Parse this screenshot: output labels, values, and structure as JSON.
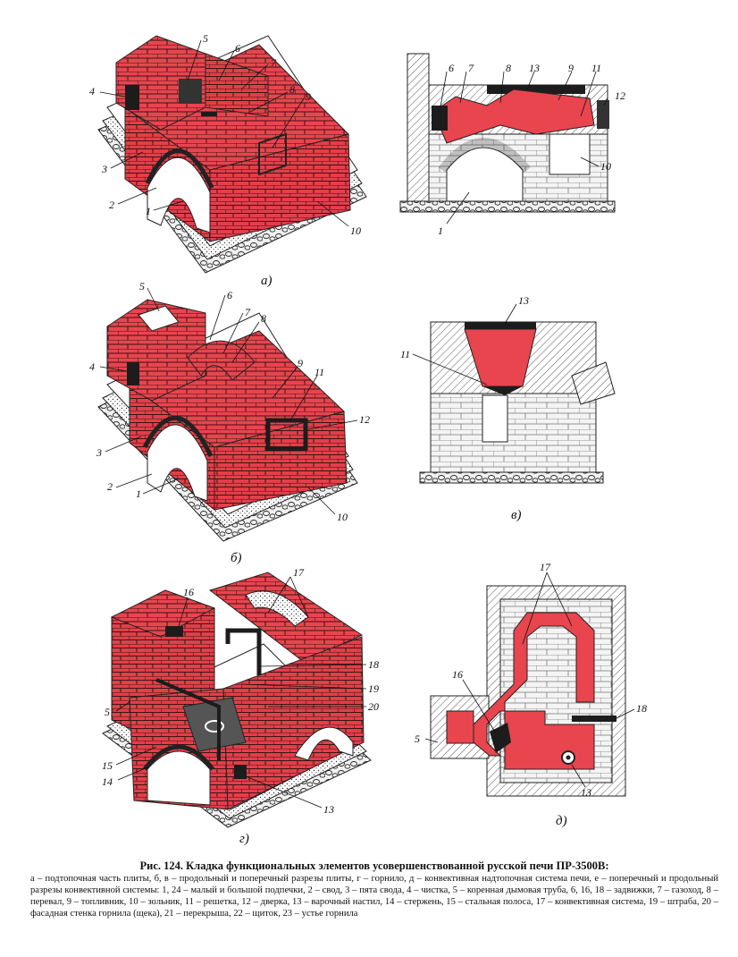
{
  "panels": [
    {
      "id": "a",
      "letter": "а)",
      "numbers": [
        "1",
        "2",
        "3",
        "4",
        "5",
        "6",
        "7",
        "8",
        "9",
        "10"
      ]
    },
    {
      "id": "a-section",
      "numbers": [
        "1",
        "6",
        "7",
        "8",
        "13",
        "9",
        "11",
        "12",
        "10"
      ]
    },
    {
      "id": "b",
      "letter": "б)",
      "numbers": [
        "1",
        "2",
        "3",
        "4",
        "5",
        "6",
        "7",
        "8",
        "9",
        "11",
        "12",
        "10"
      ]
    },
    {
      "id": "v",
      "letter": "в)",
      "numbers": [
        "11",
        "13"
      ]
    },
    {
      "id": "g",
      "letter": "г)",
      "numbers": [
        "5",
        "16",
        "17",
        "18",
        "19",
        "20",
        "15",
        "14",
        "13"
      ]
    },
    {
      "id": "d",
      "letter": "д)",
      "numbers": [
        "17",
        "16",
        "18",
        "5",
        "13"
      ]
    }
  ],
  "caption": {
    "title": "Рис. 124. Кладка функциональных элементов усовершенствованной русской печи ПР-3500В:",
    "body": "а – подтопочная часть плиты, б, в – продольный и поперечный разрезы плиты, г – горнило, д – конвективная надтопочная система печи, е – поперечный и продольный разрезы конвективной системы: 1, 24 – малый и большой подпечки, 2 – свод, 3 – пята свода, 4 – чистка, 5 – коренная дымовая труба, 6, 16, 18 – задвижки, 7 – газоход, 8 – перевал, 9 – топливник, 10 – зольник, 11 – решетка, 12 – дверка, 13 – варочный настил, 14 – стержень, 15 – стальная полоса, 17 – конвективная система, 19 – штраба, 20 – фасадная стенка горнила (щека), 21 – перекрыша, 22 – щиток, 23 – устье горнила"
  },
  "colors": {
    "brick": "#e8454e",
    "mortar": "#3a1416",
    "metal": "#1c1c1c",
    "hatch": "#555555",
    "gravel": "#f1f1f1"
  }
}
